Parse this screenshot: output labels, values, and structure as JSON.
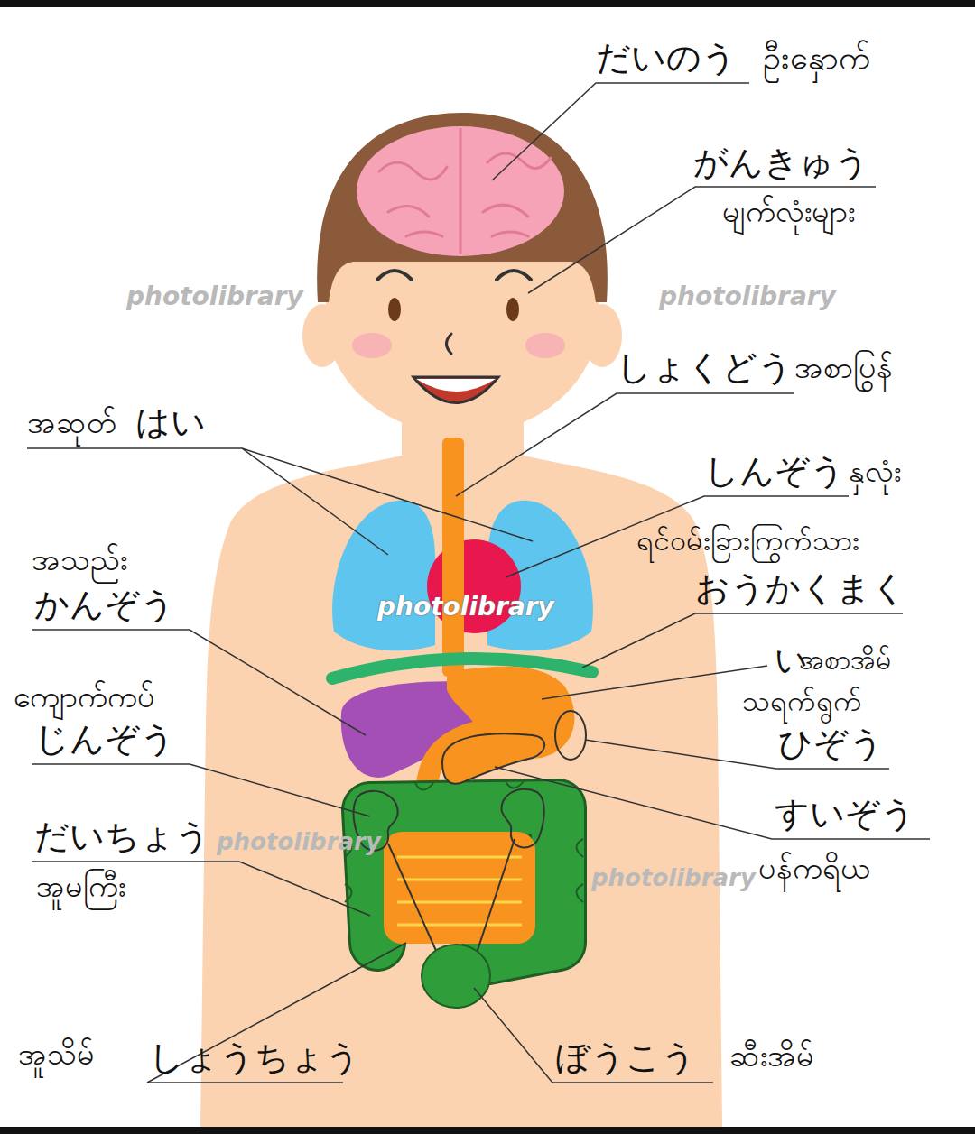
{
  "diagram": {
    "labels": [
      "だいのう",
      "ဦးနှောက်",
      "がんきゅう",
      "မျက်လုံးများ",
      "しょくどう",
      "အစာပြွန်",
      "အဆုတ်",
      "はい",
      "しんぞう",
      "နှလုံး",
      "ရင်ဝမ်းခြားကြွက်သား",
      "おうかくまく",
      "အသည်း",
      "かんぞう",
      "い",
      "အစာအိမ်",
      "ကျောက်ကပ်",
      "သရက်ရွက်",
      "じんぞう",
      "ひぞう",
      "すいぞう",
      "だいちょう",
      "ပန်ကရိယ",
      "အူမကြီး",
      "အူသိမ်",
      "しょうちょう",
      "ぼうこう",
      "ဆီးအိမ်",
      "photolibrary",
      "photolibrary",
      "photolibrary",
      "photolibrary",
      "photolibrary"
    ]
  }
}
